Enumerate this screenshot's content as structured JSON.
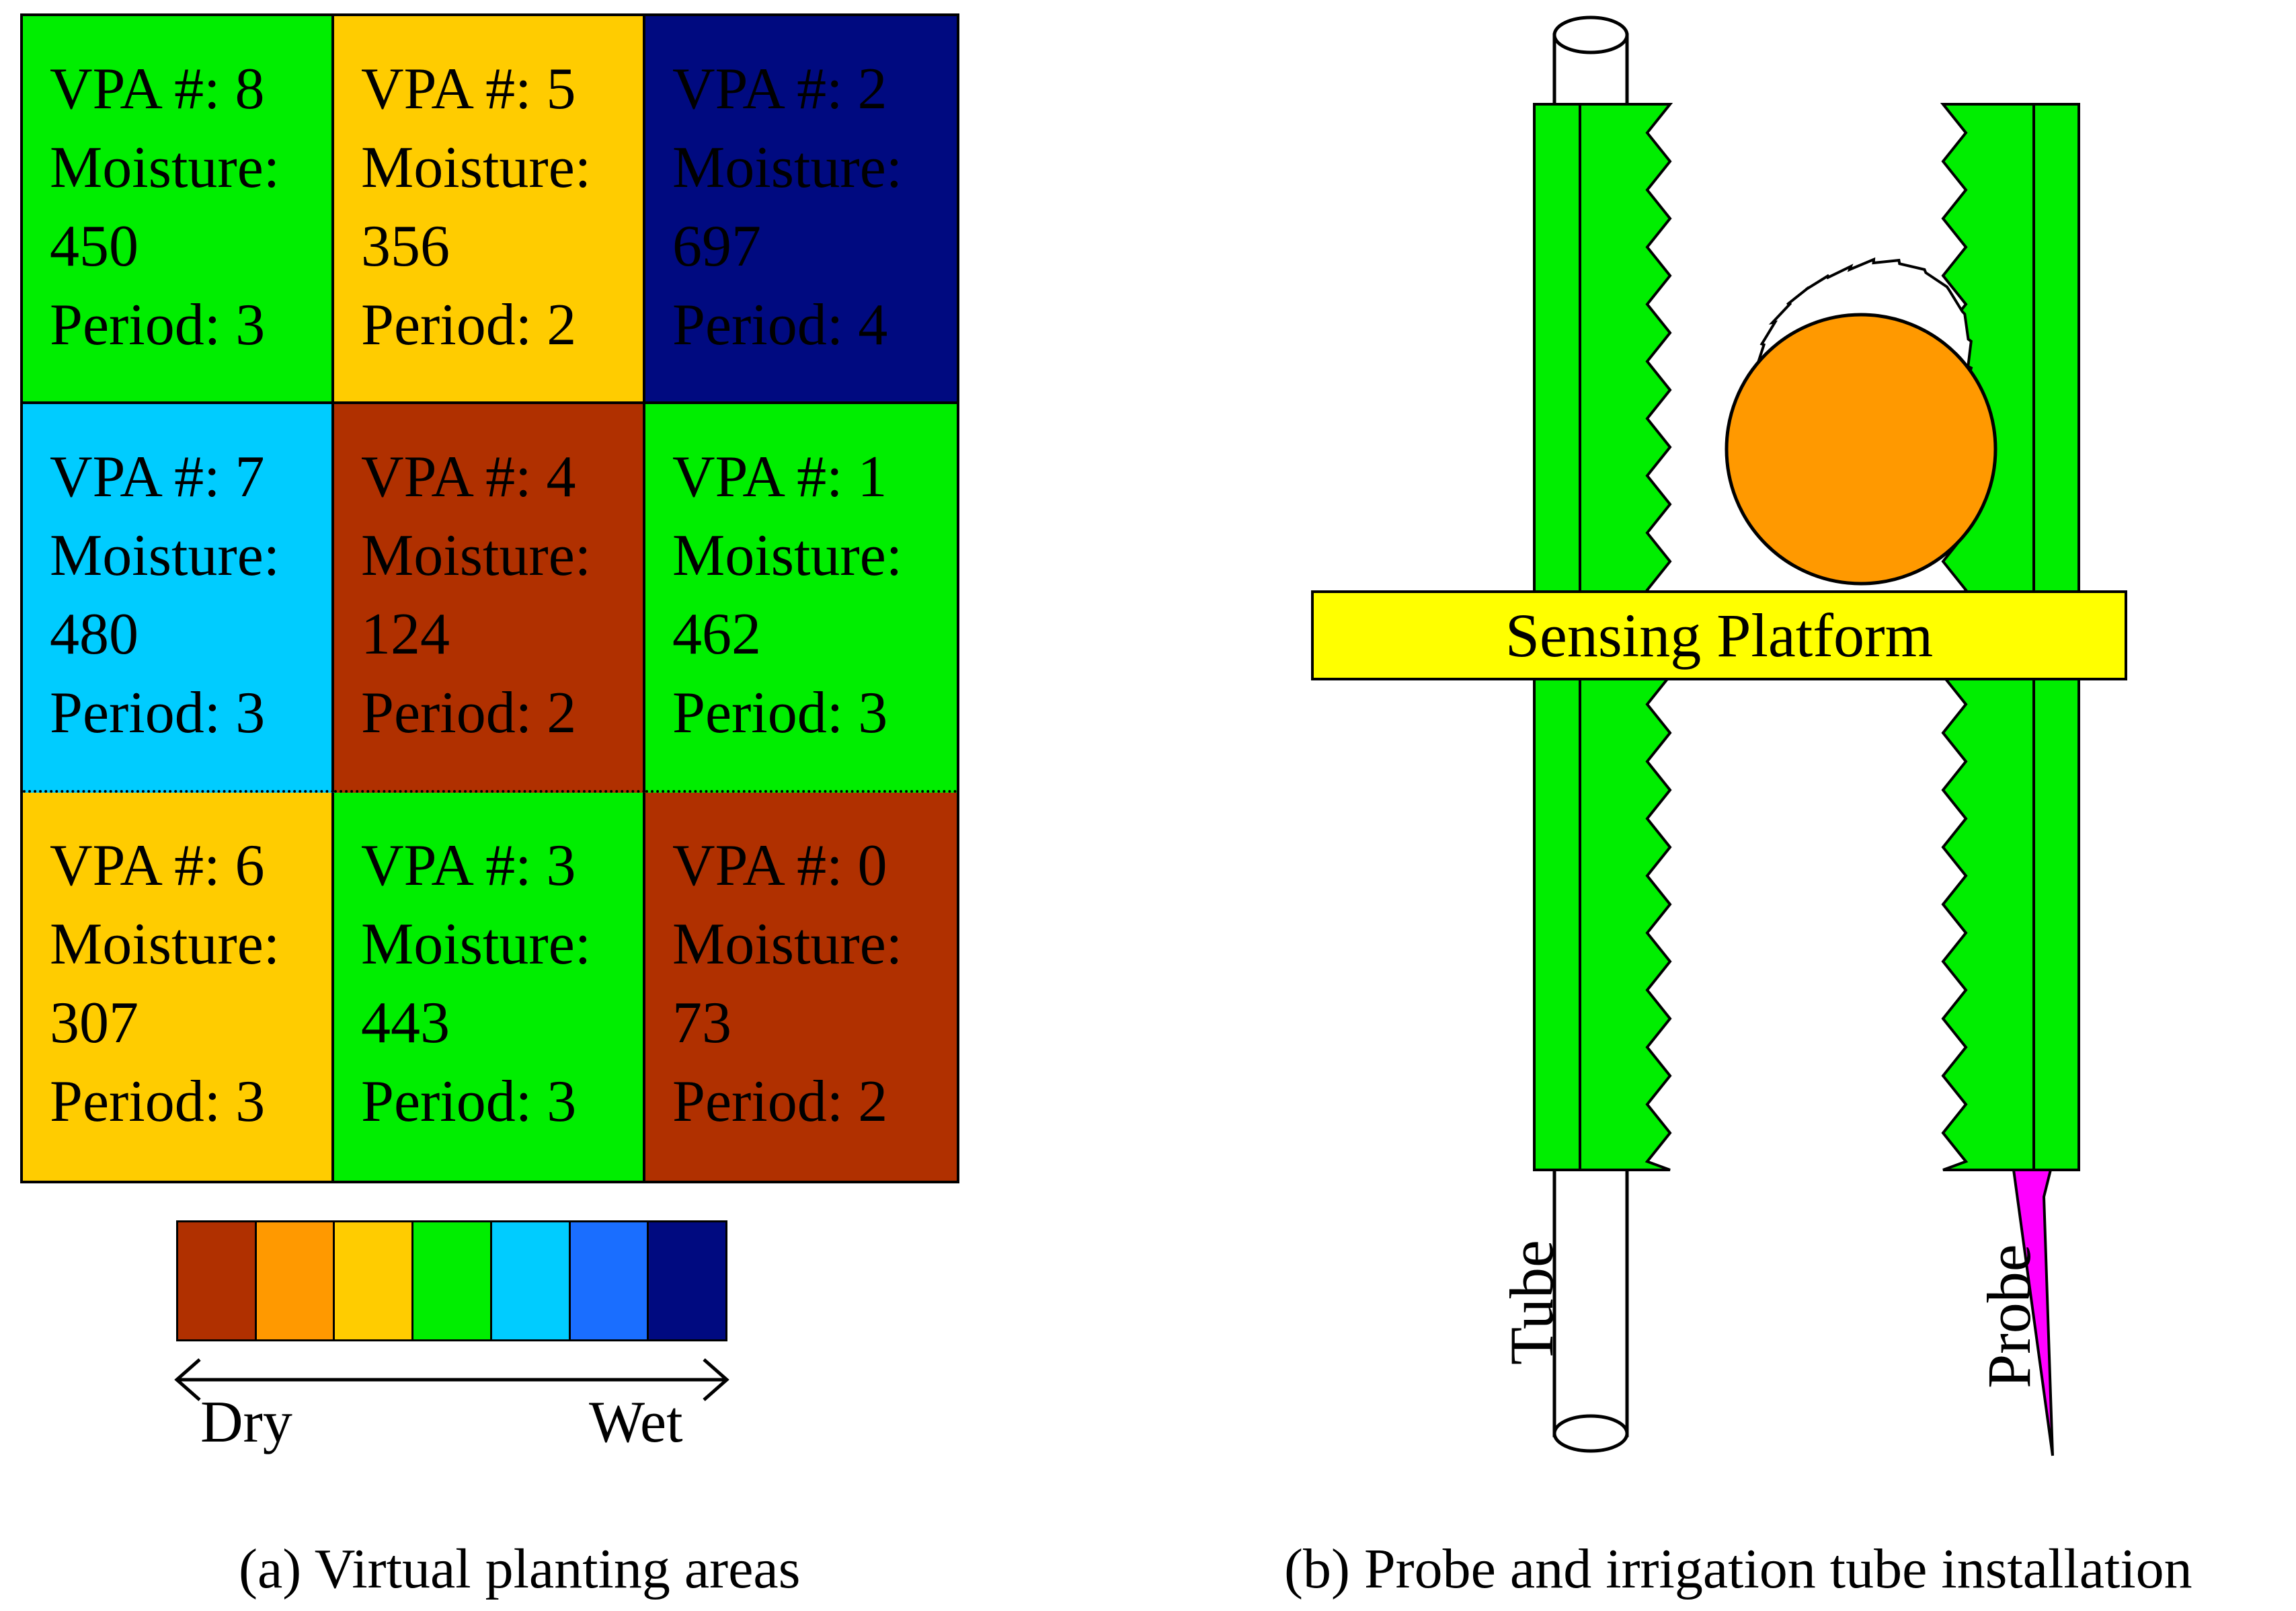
{
  "colors": {
    "dry": "#B03000",
    "orange": "#FF9900",
    "amber": "#FFCC00",
    "green": "#00EE00",
    "cyan": "#00CCFF",
    "blue": "#1A6EFF",
    "navy": "#000A80",
    "platform": "#FFFF00",
    "ball": "#FF9900",
    "probe_tip": "#FF00FF"
  },
  "vpa_grid": [
    {
      "vpa": "VPA #: 8",
      "moisture_label": "Moisture:",
      "moisture": "450",
      "period": "Period: 3",
      "color": "#00EE00"
    },
    {
      "vpa": "VPA #: 5",
      "moisture_label": "Moisture:",
      "moisture": "356",
      "period": "Period: 2",
      "color": "#FFCC00"
    },
    {
      "vpa": "VPA #: 2",
      "moisture_label": "Moisture:",
      "moisture": "697",
      "period": "Period: 4",
      "color": "#000A80"
    },
    {
      "vpa": "VPA #: 7",
      "moisture_label": "Moisture:",
      "moisture": "480",
      "period": "Period: 3",
      "color": "#00CCFF"
    },
    {
      "vpa": "VPA #: 4",
      "moisture_label": "Moisture:",
      "moisture": "124",
      "period": "Period: 2",
      "color": "#B03000"
    },
    {
      "vpa": "VPA #: 1",
      "moisture_label": "Moisture:",
      "moisture": "462",
      "period": "Period: 3",
      "color": "#00EE00"
    },
    {
      "vpa": "VPA #: 6",
      "moisture_label": "Moisture:",
      "moisture": "307",
      "period": "Period: 3",
      "color": "#FFCC00"
    },
    {
      "vpa": "VPA #: 3",
      "moisture_label": "Moisture:",
      "moisture": "443",
      "period": "Period: 3",
      "color": "#00EE00"
    },
    {
      "vpa": "VPA #: 0",
      "moisture_label": "Moisture:",
      "moisture": "73",
      "period": "Period: 2",
      "color": "#B03000"
    }
  ],
  "scale": {
    "colors": [
      "#B03000",
      "#FF9900",
      "#FFCC00",
      "#00EE00",
      "#00CCFF",
      "#1A6EFF",
      "#000A80"
    ],
    "dry_label": "Dry",
    "wet_label": "Wet"
  },
  "diagram": {
    "platform_label": "Sensing Platform",
    "tube_label": "Tube",
    "probe_label": "Probe"
  },
  "captions": {
    "a": "(a) Virtual planting areas",
    "b": "(b) Probe and irrigation tube installation"
  }
}
